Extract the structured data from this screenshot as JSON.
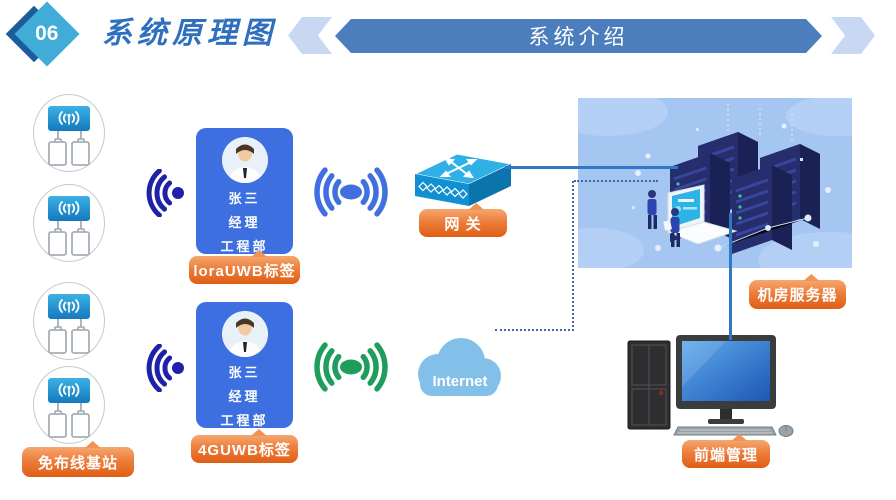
{
  "header": {
    "badge_number": "06",
    "page_title": "系统原理图",
    "banner_title": "系统介绍"
  },
  "stations": {
    "label": "免布线基站",
    "count": 4,
    "icon": "base-station-antenna-with-batteries"
  },
  "cards": [
    {
      "name": "张三",
      "role": "经理",
      "dept": "工程部",
      "tag": "loraUWB标签",
      "avatar": "male-employee"
    },
    {
      "name": "张三",
      "role": "经理",
      "dept": "工程部",
      "tag": "4GUWB标签",
      "avatar": "male-employee"
    }
  ],
  "gateway": {
    "label": "网 关",
    "icon": "isometric-router-box"
  },
  "internet": {
    "label": "Internet",
    "icon": "cloud"
  },
  "server_room": {
    "label": "机房服务器",
    "icon": "isometric-server-racks-illustration"
  },
  "frontend": {
    "label": "前端管理",
    "icon": "desktop-computer"
  },
  "signals": {
    "near_field_icon": "signal-arcs-with-dot",
    "broadcast_blue_icon": "signal-broadcast-blue",
    "broadcast_green_icon": "signal-broadcast-green"
  },
  "colors": {
    "accent_orange": "#E8742F",
    "card_blue": "#3D6FE0",
    "banner_blue": "#4C7EBE",
    "badge_light_blue": "#41ACD8",
    "badge_dark_blue": "#1C5C9C",
    "title_blue": "#2E6FC0",
    "signal_navy": "#1E22A8",
    "signal_blue": "#4070E0",
    "signal_green": "#1E9E5C",
    "cloud_blue": "#82C0EA",
    "illustration_bg": "#A6C6F2",
    "line_blue": "#2E78C8"
  }
}
